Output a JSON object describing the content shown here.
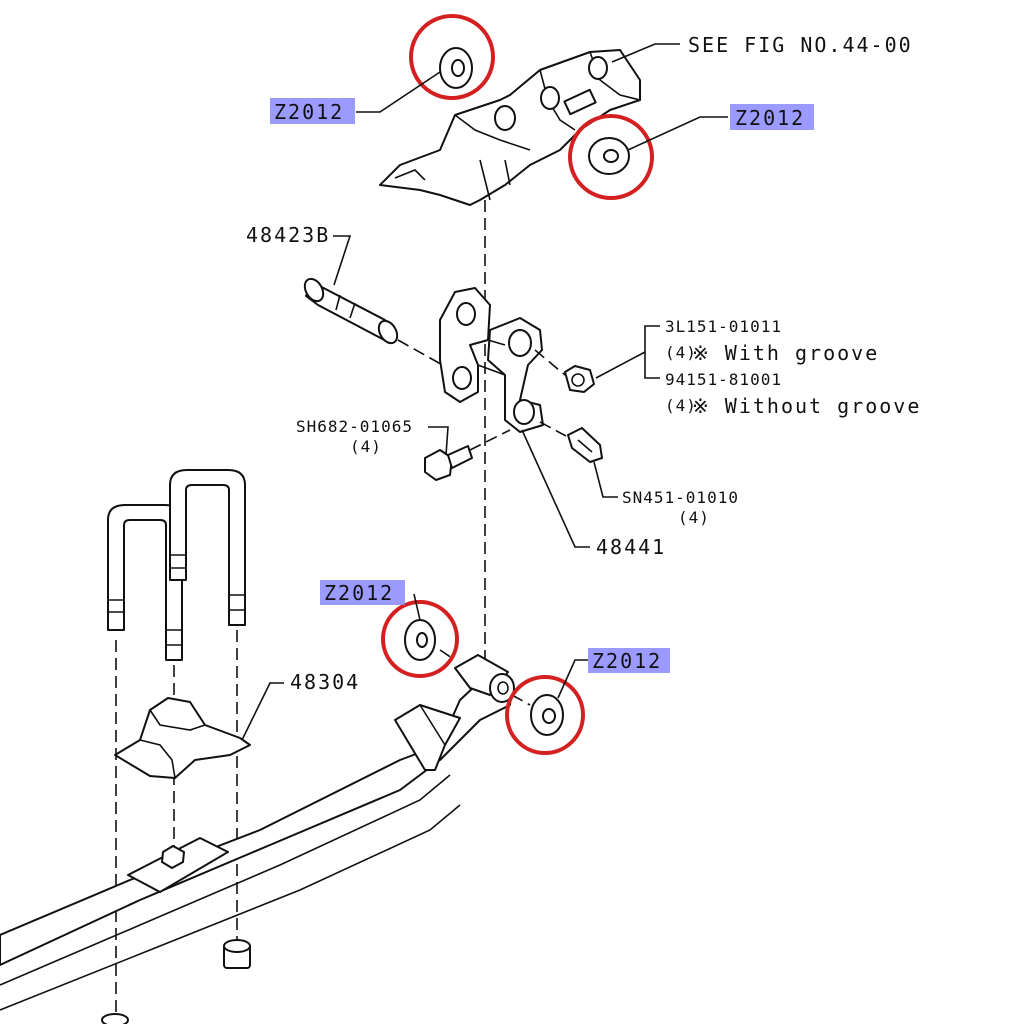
{
  "diagram": {
    "see_fig": "SEE FIG NO.44-00",
    "callouts": {
      "washer_top_left": "Z2012",
      "washer_top_right": "Z2012",
      "washer_bottom_left": "Z2012",
      "washer_bottom_right": "Z2012"
    },
    "parts": {
      "pin": "48423B",
      "nut_a": "3L151-01011",
      "nut_a_qty": "(4)",
      "nut_a_note": "※ With groove",
      "nut_b": "94151-81001",
      "nut_b_qty": "(4)",
      "nut_b_note": "※ Without groove",
      "bolt": "SH682-01065",
      "bolt_qty": "(4)",
      "grease_fitting": "SN451-01010",
      "grease_fitting_qty": "(4)",
      "shackle": "48441",
      "seat": "48304"
    },
    "highlight_color": "#8a88ff",
    "circle_color": "#d42020"
  }
}
